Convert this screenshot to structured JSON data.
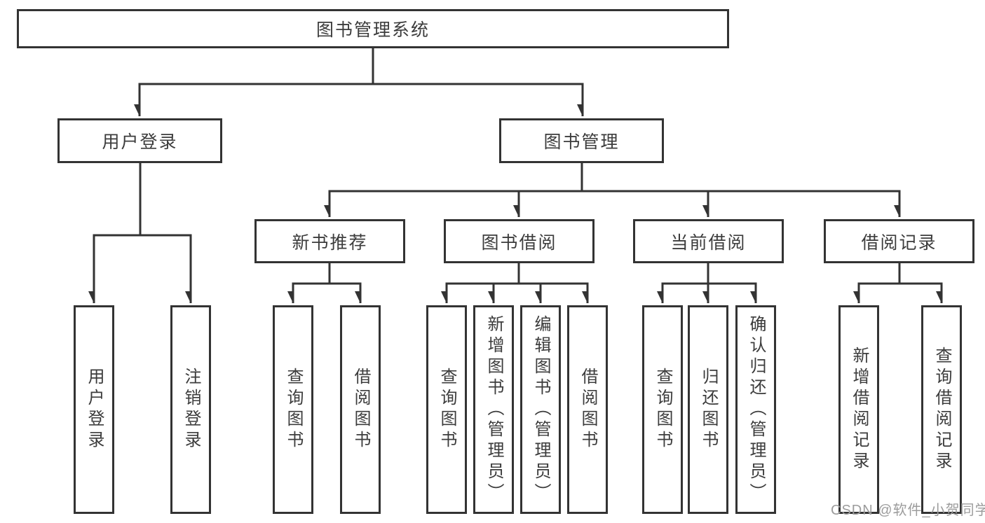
{
  "diagram_type": "hierarchy-tree",
  "colors": {
    "line": "#333333",
    "box_border": "#333333",
    "box_fill": "#ffffff",
    "text": "#3c3c3c",
    "watermark": "#9c9c9c",
    "background": "#ffffff"
  },
  "root": {
    "label": "图书管理系统"
  },
  "user_login_branch": {
    "label": "用户登录",
    "children": [
      {
        "label": "用户登录"
      },
      {
        "label": "注销登录"
      }
    ]
  },
  "book_mgmt_branch": {
    "label": "图书管理",
    "sections": [
      {
        "label": "新书推荐",
        "children": [
          {
            "label": "查询图书"
          },
          {
            "label": "借阅图书"
          }
        ]
      },
      {
        "label": "图书借阅",
        "children": [
          {
            "label": "查询图书"
          },
          {
            "label": "新增图书（管理员）"
          },
          {
            "label": "编辑图书（管理员）"
          },
          {
            "label": "借阅图书"
          }
        ]
      },
      {
        "label": "当前借阅",
        "children": [
          {
            "label": "查询图书"
          },
          {
            "label": "归还图书"
          },
          {
            "label": "确认归还（管理员）"
          }
        ]
      },
      {
        "label": "借阅记录",
        "children": [
          {
            "label": "新增借阅记录"
          },
          {
            "label": "查询借阅记录"
          }
        ]
      }
    ]
  },
  "watermark": "CSDN @软件_小贺同学"
}
